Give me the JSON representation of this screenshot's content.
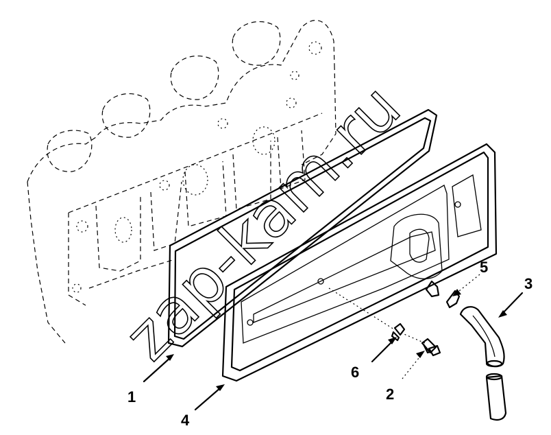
{
  "watermark": "zap-kam.ru",
  "callouts": [
    {
      "id": "1",
      "label": "1"
    },
    {
      "id": "2",
      "label": "2"
    },
    {
      "id": "3",
      "label": "3"
    },
    {
      "id": "4",
      "label": "4"
    },
    {
      "id": "5",
      "label": "5"
    },
    {
      "id": "6",
      "label": "6"
    }
  ]
}
